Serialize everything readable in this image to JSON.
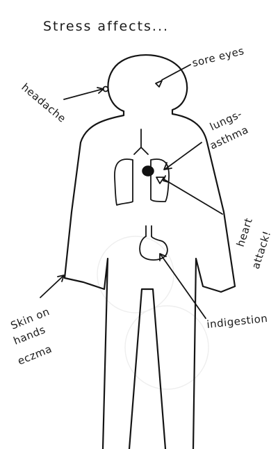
{
  "title": "Stress affects...",
  "labels": {
    "sore_eyes": "sore eyes",
    "headache": "headache",
    "lungs_line1": "lungs-",
    "lungs_line2": "asthma",
    "heart_line1": "heart",
    "heart_line2": "attack!",
    "indigestion": "indigestion",
    "skin_line1": "Skin on",
    "skin_line2": "hands",
    "skin_line3": "eczma"
  },
  "colors": {
    "ink": "#141414",
    "paper": "#ffffff"
  }
}
